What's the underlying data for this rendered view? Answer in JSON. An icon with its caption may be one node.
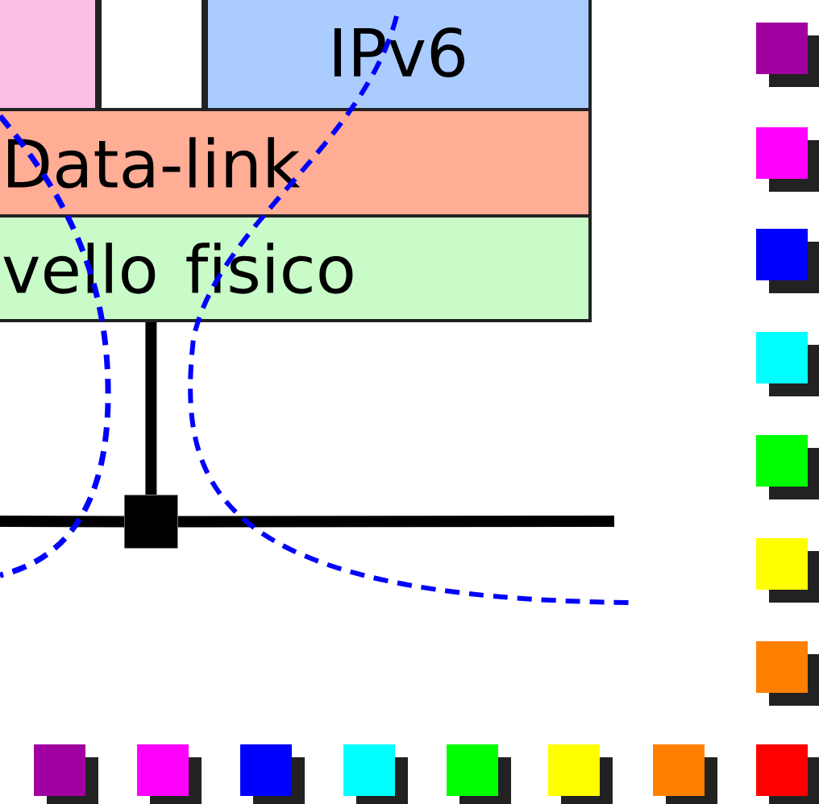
{
  "diagram": {
    "nodes": [
      {
        "text": [],
        "shape": "box"
      },
      {
        "text": [],
        "shape": "box"
      },
      {
        "text": [
          "IPv6"
        ]
      },
      {
        "text": [
          "Data-link"
        ]
      },
      {
        "text": [
          "vello fisico"
        ]
      },
      {
        "text": [],
        "shape": "box"
      }
    ],
    "edges": [
      {
        "from": 4,
        "to": 5,
        "arrow": "none"
      },
      {
        "from": null,
        "to": 5,
        "arrow": "none"
      },
      {
        "from": 5,
        "to": null,
        "arrow": "none"
      }
    ]
  }
}
